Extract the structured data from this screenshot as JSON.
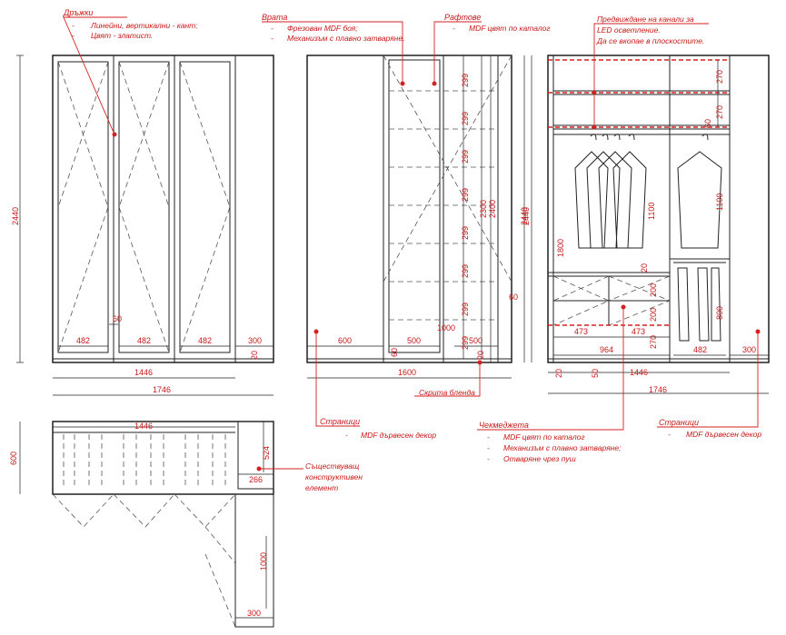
{
  "annotations": {
    "handles": {
      "title": "Дръжки",
      "l1": "Линейни, вертикални - кант;",
      "l2": "Цвят - златист."
    },
    "doors": {
      "title": "Врата",
      "l1": "Фрезован MDF боя;",
      "l2": "Механизъм с плавно затваряне."
    },
    "shelves": {
      "title": "Рафтове",
      "l1": "MDF цвят по каталог"
    },
    "channels": {
      "l1": "Предвиждане на канали за",
      "l2": "LED осветление.",
      "l3": "Да се вкопае в плоскостите."
    },
    "hidden_panel": "Скрита бленда",
    "sides_left": {
      "title": "Страници",
      "l1": "MDF дървесен декор"
    },
    "drawers": {
      "title": "Чекмеджета",
      "l1": "MDF цвят по каталог",
      "l2": "Механизъм с плавно затваряне;",
      "l3": "Отваряне чрез пуш"
    },
    "sides_right": {
      "title": "Страници",
      "l1": "MDF дървесен декор"
    },
    "existing": {
      "l1": "Съществуващ",
      "l2": "конструктивен",
      "l3": "елемент"
    }
  },
  "dims": {
    "h2440": "2440",
    "w1446": "1446",
    "w1746": "1746",
    "w1600": "1600",
    "d482": "482",
    "d300": "300",
    "d20": "20",
    "d60": "60",
    "d600": "600",
    "d500": "500",
    "d299": "299",
    "d1000": "1000",
    "d2300": "2300",
    "d2400": "2400",
    "d270": "270",
    "d1100": "1100",
    "d1800": "1800",
    "d200": "200",
    "d800": "800",
    "d473": "473",
    "d964": "964",
    "d50": "50",
    "d524": "524",
    "d266": "266"
  }
}
